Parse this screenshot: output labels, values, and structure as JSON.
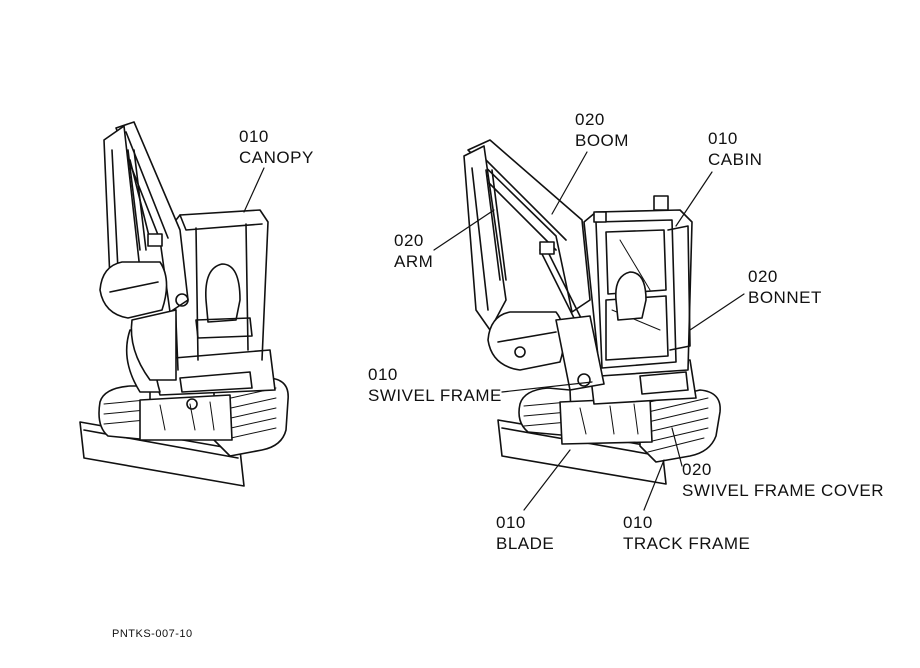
{
  "callouts": {
    "canopy": {
      "code": "010",
      "name": "CANOPY"
    },
    "boom": {
      "code": "020",
      "name": "BOOM"
    },
    "cabin": {
      "code": "010",
      "name": "CABIN"
    },
    "arm": {
      "code": "020",
      "name": "ARM"
    },
    "bonnet": {
      "code": "020",
      "name": "BONNET"
    },
    "swivel_frame": {
      "code": "010",
      "name": "SWIVEL FRAME"
    },
    "swivel_frame_cover": {
      "code": "020",
      "name": "SWIVEL FRAME COVER"
    },
    "blade": {
      "code": "010",
      "name": "BLADE"
    },
    "track_frame": {
      "code": "010",
      "name": "TRACK FRAME"
    }
  },
  "figure_code": "PNTKS-007-10"
}
